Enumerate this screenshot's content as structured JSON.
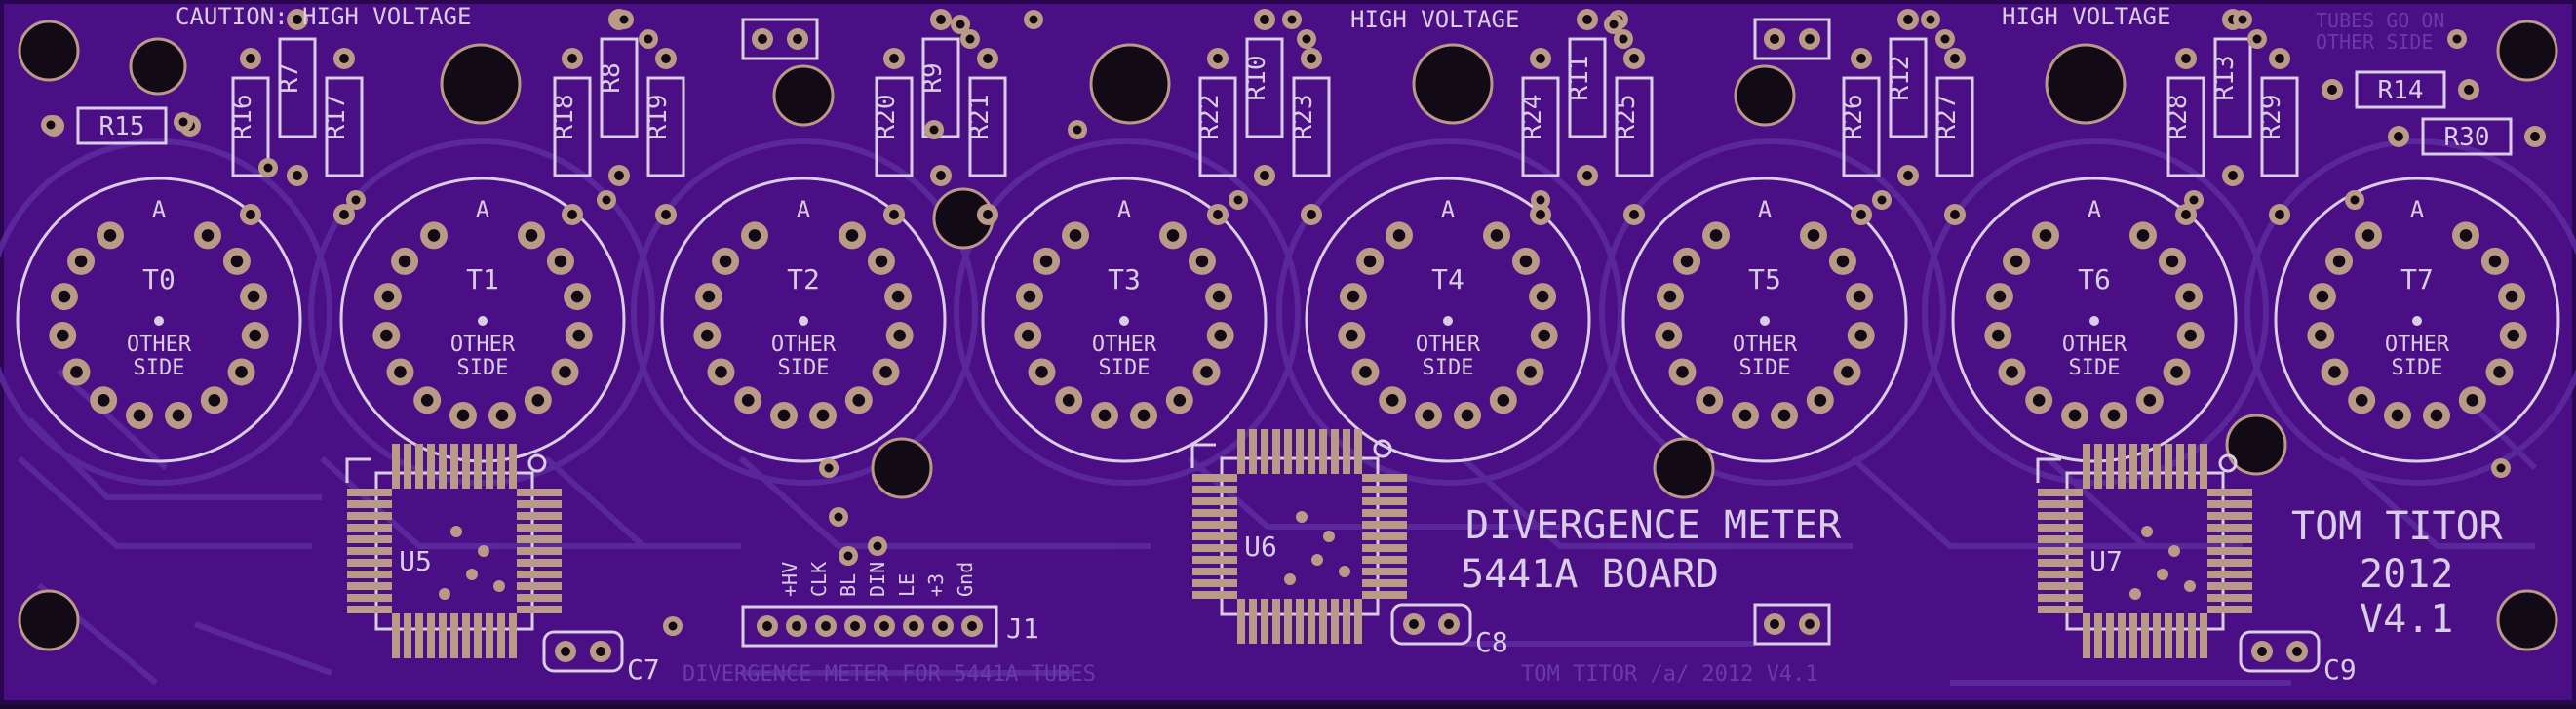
{
  "colors": {
    "board": "#4a0f85",
    "board_edge": "#2b0650",
    "trace": "#5c2a9e",
    "silk": "#d9cde8",
    "copper": "#b89a86",
    "hole": "#120a14",
    "faint_text": "#6a3aa8"
  },
  "labels": {
    "caution": "CAUTION: HIGH VOLTAGE",
    "hv1": "HIGH VOLTAGE",
    "hv2": "HIGH VOLTAGE",
    "tubes_other_side": [
      "TUBES GO ON",
      "OTHER SIDE"
    ],
    "title_line1": "DIVERGENCE METER",
    "title_line2": "5441A BOARD",
    "author_line1": "TOM TITOR",
    "author_line2": "2012",
    "author_line3": "V4.1",
    "footer_left": "DIVERGENCE METER FOR 5441A TUBES",
    "footer_right": "TOM TITOR /a/   2012 V4.1",
    "tube_pin_a": "A",
    "tube_other": "OTHER",
    "tube_side": "SIDE"
  },
  "tubes": [
    "T0",
    "T1",
    "T2",
    "T3",
    "T4",
    "T5",
    "T6",
    "T7"
  ],
  "chips": [
    "U5",
    "U6",
    "U7"
  ],
  "capacitors": [
    "C7",
    "C8",
    "C9"
  ],
  "connector": {
    "name": "J1",
    "pins": [
      "+HV",
      "CLK",
      "BL",
      "DIN",
      "LE",
      "+3",
      "Gnd"
    ]
  },
  "resistors": {
    "vertical": [
      "R16",
      "R7",
      "R17",
      "R18",
      "R8",
      "R19",
      "R20",
      "R9",
      "R21",
      "R22",
      "R10",
      "R23",
      "R24",
      "R11",
      "R25",
      "R26",
      "R12",
      "R27",
      "R28",
      "R13",
      "R29"
    ],
    "horizontal": [
      "R15",
      "R14",
      "R30"
    ]
  }
}
